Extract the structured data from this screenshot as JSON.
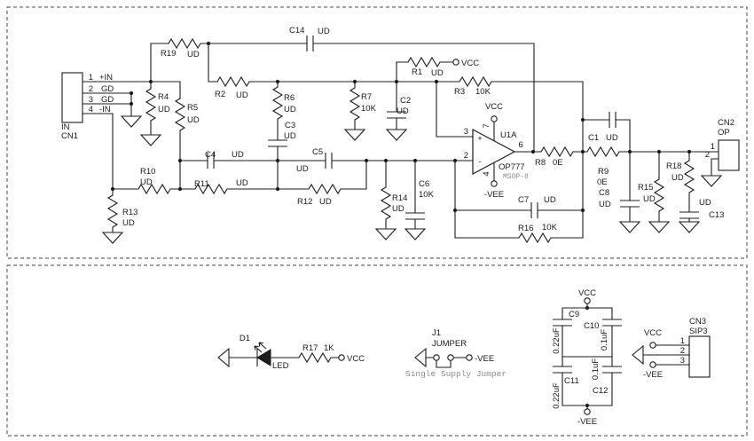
{
  "nets": {
    "vcc": "VCC",
    "vee": "-VEE"
  },
  "cn1": {
    "ref": "CN1",
    "name": "IN",
    "pins": [
      {
        "n": "1",
        "label": "+IN"
      },
      {
        "n": "2",
        "label": "GD"
      },
      {
        "n": "3",
        "label": "GD"
      },
      {
        "n": "4",
        "label": "-IN"
      }
    ]
  },
  "cn2": {
    "ref": "CN2",
    "name": "OP",
    "pins": [
      {
        "n": "1"
      },
      {
        "n": "2"
      }
    ]
  },
  "cn3": {
    "ref": "CN3",
    "name": "SIP3",
    "pins": [
      {
        "n": "1"
      },
      {
        "n": "2"
      },
      {
        "n": "3"
      }
    ]
  },
  "u1": {
    "ref": "U1A",
    "part": "OP777",
    "pkg": "MSOP-8",
    "pin_plus": "3",
    "pin_minus": "2",
    "pin_out": "6",
    "pin_v": "7",
    "pin_vm": "4",
    "plus": "+",
    "minus": "-"
  },
  "r": {
    "r1": {
      "ref": "R1",
      "val": "UD"
    },
    "r2": {
      "ref": "R2",
      "val": "UD"
    },
    "r3": {
      "ref": "R3",
      "val": "10K"
    },
    "r4": {
      "ref": "R4",
      "val": "UD"
    },
    "r5": {
      "ref": "R5",
      "val": "UD"
    },
    "r6": {
      "ref": "R6",
      "val": "UD"
    },
    "r7": {
      "ref": "R7",
      "val": "10K"
    },
    "r8": {
      "ref": "R8",
      "val": "0E"
    },
    "r9": {
      "ref": "R9",
      "val": "0E"
    },
    "r10": {
      "ref": "R10",
      "val": "UD"
    },
    "r11": {
      "ref": "R11",
      "val": "UD"
    },
    "r12": {
      "ref": "R12",
      "val": "UD"
    },
    "r13": {
      "ref": "R13",
      "val": "UD"
    },
    "r14": {
      "ref": "R14",
      "val": "UD"
    },
    "r15": {
      "ref": "R15",
      "val": "UD"
    },
    "r16": {
      "ref": "R16",
      "val": "10K"
    },
    "r17": {
      "ref": "R17",
      "val": "1K"
    },
    "r18": {
      "ref": "R18",
      "val": "UD"
    },
    "r19": {
      "ref": "R19",
      "val": "UD"
    }
  },
  "c": {
    "c1": {
      "ref": "C1",
      "val": "UD"
    },
    "c2": {
      "ref": "C2",
      "val": "UD"
    },
    "c3": {
      "ref": "C3",
      "val": "UD"
    },
    "c4": {
      "ref": "C4",
      "val": "UD"
    },
    "c5": {
      "ref": "C5",
      "val": "UD"
    },
    "c6": {
      "ref": "C6",
      "val": "10K"
    },
    "c7": {
      "ref": "C7",
      "val": "UD"
    },
    "c8": {
      "ref": "C8",
      "val": "UD"
    },
    "c9": {
      "ref": "C9",
      "val": "0.22uF"
    },
    "c10": {
      "ref": "C10",
      "val": "0.1uF"
    },
    "c11": {
      "ref": "C11",
      "val": "0.22uF"
    },
    "c12": {
      "ref": "C12",
      "val": "0.1uF"
    },
    "c13": {
      "ref": "C13",
      "val": "UD"
    },
    "c14": {
      "ref": "C14",
      "val": "UD"
    }
  },
  "d1": {
    "ref": "D1",
    "label": "LED"
  },
  "j1": {
    "ref": "J1",
    "label": "JUMPER",
    "caption": "Single Supply Jumper"
  }
}
